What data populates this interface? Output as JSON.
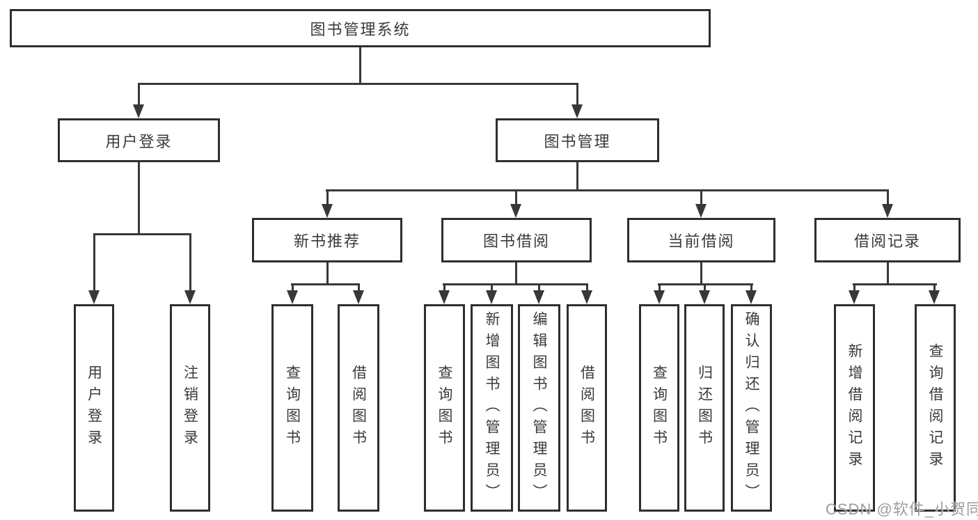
{
  "diagram": {
    "title": "图书管理系统",
    "root": {
      "label": "图书管理系统"
    },
    "level2": [
      {
        "label": "用户登录"
      },
      {
        "label": "图书管理"
      }
    ],
    "level3": [
      {
        "label": "新书推荐"
      },
      {
        "label": "图书借阅"
      },
      {
        "label": "当前借阅"
      },
      {
        "label": "借阅记录"
      }
    ],
    "leaves": {
      "user": [
        "用户登录",
        "注销登录"
      ],
      "recommend": [
        "查询图书",
        "借阅图书"
      ],
      "borrow": [
        "查询图书",
        "新增图书（管理员）",
        "编辑图书（管理员）",
        "借阅图书"
      ],
      "current": [
        "查询图书",
        "归还图书",
        "确认归还（管理员）"
      ],
      "records": [
        "新增借阅记录",
        "查询借阅记录"
      ]
    }
  },
  "watermark": {
    "text": "CSDN @软件_小贺同学"
  },
  "colors": {
    "line": "#383838",
    "border": "#2e2e2e",
    "text": "#3a3a3a",
    "background": "#ffffff",
    "watermark": "#949494"
  }
}
